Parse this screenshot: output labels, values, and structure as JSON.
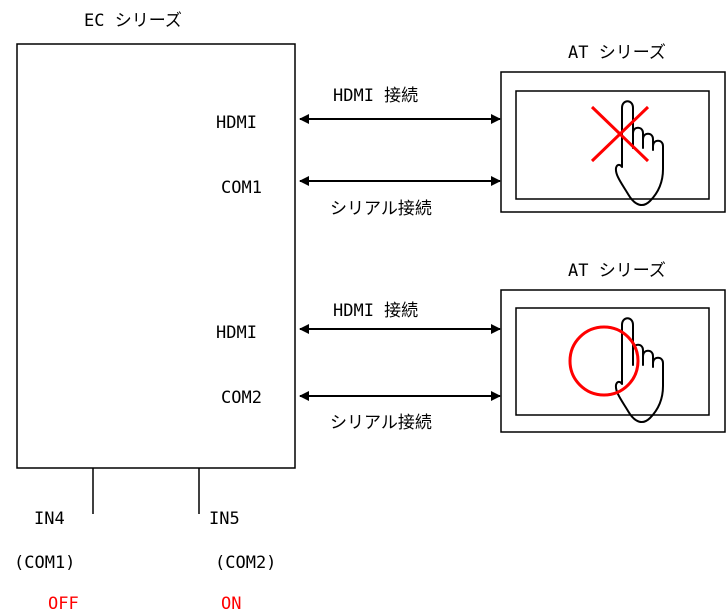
{
  "controller": {
    "title": "EC シリーズ",
    "ports": [
      "HDMI",
      "COM1",
      "HDMI",
      "COM2"
    ]
  },
  "links": [
    {
      "top_label": "HDMI 接続",
      "bottom_label": "シリアル接続"
    },
    {
      "top_label": "HDMI 接続",
      "bottom_label": "シリアル接続"
    }
  ],
  "panels": [
    {
      "title": "AT シリーズ",
      "touch": "disabled",
      "symbol": "red-cross-icon"
    },
    {
      "title": "AT シリーズ",
      "touch": "enabled",
      "symbol": "red-circle-icon"
    }
  ],
  "inputs": [
    {
      "name": "IN4",
      "port": "(COM1)",
      "state": "OFF"
    },
    {
      "name": "IN5",
      "port": "(COM2)",
      "state": "ON"
    }
  ],
  "colors": {
    "line": "#000000",
    "status": "#ff0000",
    "mark": "#ff0000"
  }
}
